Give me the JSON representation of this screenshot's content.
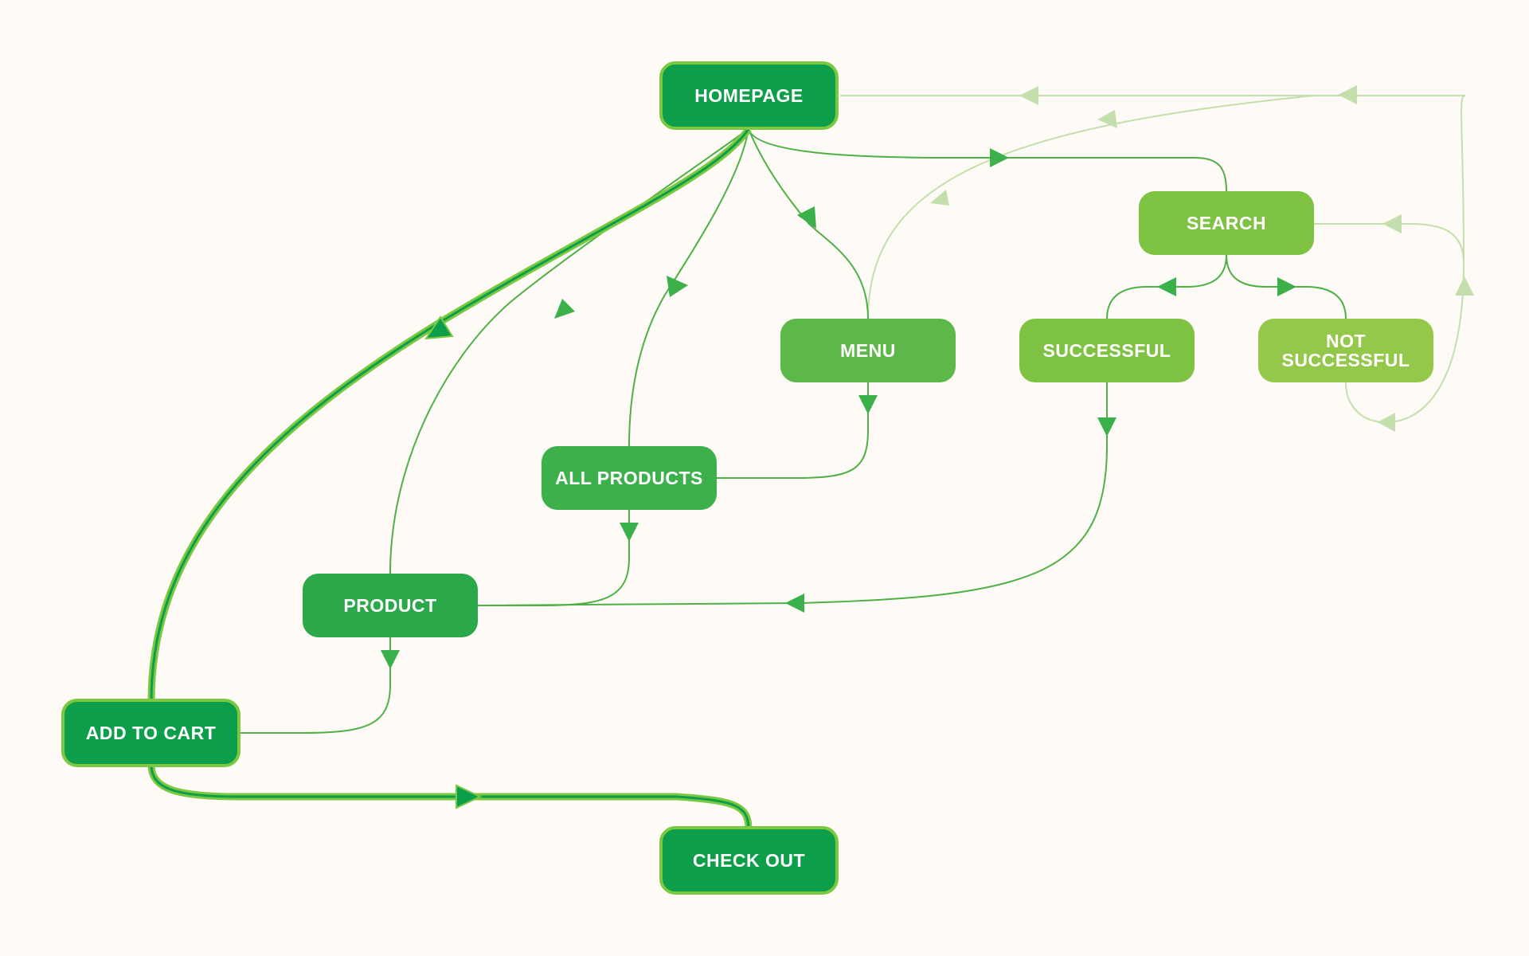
{
  "diagram": {
    "nodes": {
      "homepage": "HOMEPAGE",
      "search": "SEARCH",
      "menu": "MENU",
      "successful": "SUCCESSFUL",
      "not_successful": "NOT\nSUCCESSFUL",
      "all_products": "ALL PRODUCTS",
      "product": "PRODUCT",
      "add_to_cart": "ADD TO CART",
      "check_out": "CHECK OUT"
    },
    "edges": [
      {
        "from": "homepage",
        "to": "add_to_cart",
        "style": "highlight"
      },
      {
        "from": "add_to_cart",
        "to": "check_out",
        "style": "highlight"
      },
      {
        "from": "homepage",
        "to": "product",
        "style": "normal"
      },
      {
        "from": "homepage",
        "to": "all_products",
        "style": "normal"
      },
      {
        "from": "homepage",
        "to": "menu",
        "style": "normal"
      },
      {
        "from": "homepage",
        "to": "search",
        "style": "normal"
      },
      {
        "from": "search",
        "to": "successful",
        "style": "normal"
      },
      {
        "from": "search",
        "to": "not_successful",
        "style": "normal"
      },
      {
        "from": "menu",
        "to": "all_products",
        "style": "normal"
      },
      {
        "from": "all_products",
        "to": "product",
        "style": "normal"
      },
      {
        "from": "successful",
        "to": "product",
        "style": "normal"
      },
      {
        "from": "product",
        "to": "add_to_cart",
        "style": "normal"
      },
      {
        "from": "menu",
        "to": "homepage",
        "style": "faded"
      },
      {
        "from": "search",
        "to": "homepage",
        "style": "faded"
      },
      {
        "from": "not_successful",
        "to": "search",
        "style": "faded"
      }
    ]
  },
  "colors": {
    "background": "#fefaf5",
    "primary_green": "#0d9e4a",
    "highlight_outline": "#7bc843",
    "line_green": "#4fb047",
    "faded_line": "#c3dfae"
  }
}
